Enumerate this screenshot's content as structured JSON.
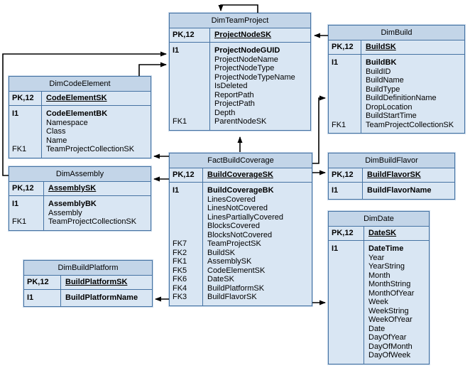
{
  "diagram": {
    "kind": "database-schema-diagram",
    "colors": {
      "table_header_fill": "#c3d5e8",
      "table_body_fill": "#d9e6f3",
      "table_border": "#4673a3",
      "relationship_line": "#000000",
      "background": "#ffffff"
    },
    "tables": [
      {
        "title": "DimTeamProject",
        "pk_key": "PK,12",
        "pk_name": "ProjectNodeSK",
        "fields": [
          {
            "key": "I1",
            "name": "ProjectNodeGUID",
            "bold": true
          },
          {
            "key": "",
            "name": "ProjectNodeName"
          },
          {
            "key": "",
            "name": "ProjectNodeType"
          },
          {
            "key": "",
            "name": "ProjectNodeTypeName"
          },
          {
            "key": "",
            "name": "IsDeleted"
          },
          {
            "key": "",
            "name": "ReportPath"
          },
          {
            "key": "",
            "name": "ProjectPath"
          },
          {
            "key": "",
            "name": "Depth"
          },
          {
            "key": "FK1",
            "name": "ParentNodeSK"
          }
        ]
      },
      {
        "title": "DimBuild",
        "pk_key": "PK,12",
        "pk_name": "BuildSK",
        "fields": [
          {
            "key": "I1",
            "name": "BuildBK",
            "bold": true
          },
          {
            "key": "",
            "name": "BuildID"
          },
          {
            "key": "",
            "name": "BuildName"
          },
          {
            "key": "",
            "name": "BuildType"
          },
          {
            "key": "",
            "name": "BuildDefinitionName"
          },
          {
            "key": "",
            "name": "DropLocation"
          },
          {
            "key": "",
            "name": "BuildStartTime"
          },
          {
            "key": "FK1",
            "name": "TeamProjectCollectionSK"
          }
        ]
      },
      {
        "title": "DimCodeElement",
        "pk_key": "PK,12",
        "pk_name": "CodeElementSK",
        "fields": [
          {
            "key": "I1",
            "name": "CodeElementBK",
            "bold": true
          },
          {
            "key": "",
            "name": "Namespace"
          },
          {
            "key": "",
            "name": "Class"
          },
          {
            "key": "",
            "name": "Name"
          },
          {
            "key": "FK1",
            "name": "TeamProjectCollectionSK"
          }
        ]
      },
      {
        "title": "DimAssembly",
        "pk_key": "PK,12",
        "pk_name": "AssemblySK",
        "fields": [
          {
            "key": "I1",
            "name": "AssemblyBK",
            "bold": true
          },
          {
            "key": "",
            "name": "Assembly"
          },
          {
            "key": "FK1",
            "name": "TeamProjectCollectionSK"
          }
        ]
      },
      {
        "title": "FactBuildCoverage",
        "pk_key": "PK,12",
        "pk_name": "BuildCoverageSK",
        "fields": [
          {
            "key": "I1",
            "name": "BuildCoverageBK",
            "bold": true
          },
          {
            "key": "",
            "name": "LinesCovered"
          },
          {
            "key": "",
            "name": "LinesNotCovered"
          },
          {
            "key": "",
            "name": "LinesPartiallyCovered"
          },
          {
            "key": "",
            "name": "BlocksCovered"
          },
          {
            "key": "",
            "name": "BlocksNotCovered"
          },
          {
            "key": "FK7",
            "name": "TeamProjectSK"
          },
          {
            "key": "FK2",
            "name": "BuildSK"
          },
          {
            "key": "FK1",
            "name": "AssemblySK"
          },
          {
            "key": "FK5",
            "name": "CodeElementSK"
          },
          {
            "key": "FK6",
            "name": "DateSK"
          },
          {
            "key": "FK4",
            "name": "BuildPlatformSK"
          },
          {
            "key": "FK3",
            "name": "BuildFlavorSK"
          }
        ]
      },
      {
        "title": "DimBuildFlavor",
        "pk_key": "PK,12",
        "pk_name": "BuildFlavorSK",
        "fields": [
          {
            "key": "I1",
            "name": "BuildFlavorName",
            "bold": true
          }
        ]
      },
      {
        "title": "DimDate",
        "pk_key": "PK,12",
        "pk_name": "DateSK",
        "fields": [
          {
            "key": "I1",
            "name": "DateTime",
            "bold": true
          },
          {
            "key": "",
            "name": "Year"
          },
          {
            "key": "",
            "name": "YearString"
          },
          {
            "key": "",
            "name": "Month"
          },
          {
            "key": "",
            "name": "MonthString"
          },
          {
            "key": "",
            "name": "MonthOfYear"
          },
          {
            "key": "",
            "name": "Week"
          },
          {
            "key": "",
            "name": "WeekString"
          },
          {
            "key": "",
            "name": "WeekOfYear"
          },
          {
            "key": "",
            "name": "Date"
          },
          {
            "key": "",
            "name": "DayOfYear"
          },
          {
            "key": "",
            "name": "DayOfMonth"
          },
          {
            "key": "",
            "name": "DayOfWeek"
          }
        ]
      },
      {
        "title": "DimBuildPlatform",
        "pk_key": "PK,12",
        "pk_name": "BuildPlatformSK",
        "fields": [
          {
            "key": "I1",
            "name": "BuildPlatformName",
            "bold": true
          }
        ]
      }
    ],
    "relationships": [
      {
        "from": "DimTeamProject.ParentNodeSK",
        "to": "DimTeamProject"
      },
      {
        "from": "DimBuild",
        "to": "DimTeamProject"
      },
      {
        "from": "DimCodeElement",
        "to": "DimTeamProject"
      },
      {
        "from": "DimAssembly",
        "to": "DimTeamProject"
      },
      {
        "from": "FactBuildCoverage.BuildSK",
        "to": "DimBuild"
      },
      {
        "from": "FactBuildCoverage.BuildFlavorSK",
        "to": "DimBuildFlavor"
      },
      {
        "from": "FactBuildCoverage.DateSK",
        "to": "DimDate"
      },
      {
        "from": "FactBuildCoverage.BuildPlatformSK",
        "to": "DimBuildPlatform"
      },
      {
        "from": "FactBuildCoverage.CodeElementSK",
        "to": "DimCodeElement"
      },
      {
        "from": "FactBuildCoverage.AssemblySK",
        "to": "DimAssembly"
      },
      {
        "from": "FactBuildCoverage.TeamProjectSK",
        "to": "DimTeamProject"
      }
    ]
  }
}
